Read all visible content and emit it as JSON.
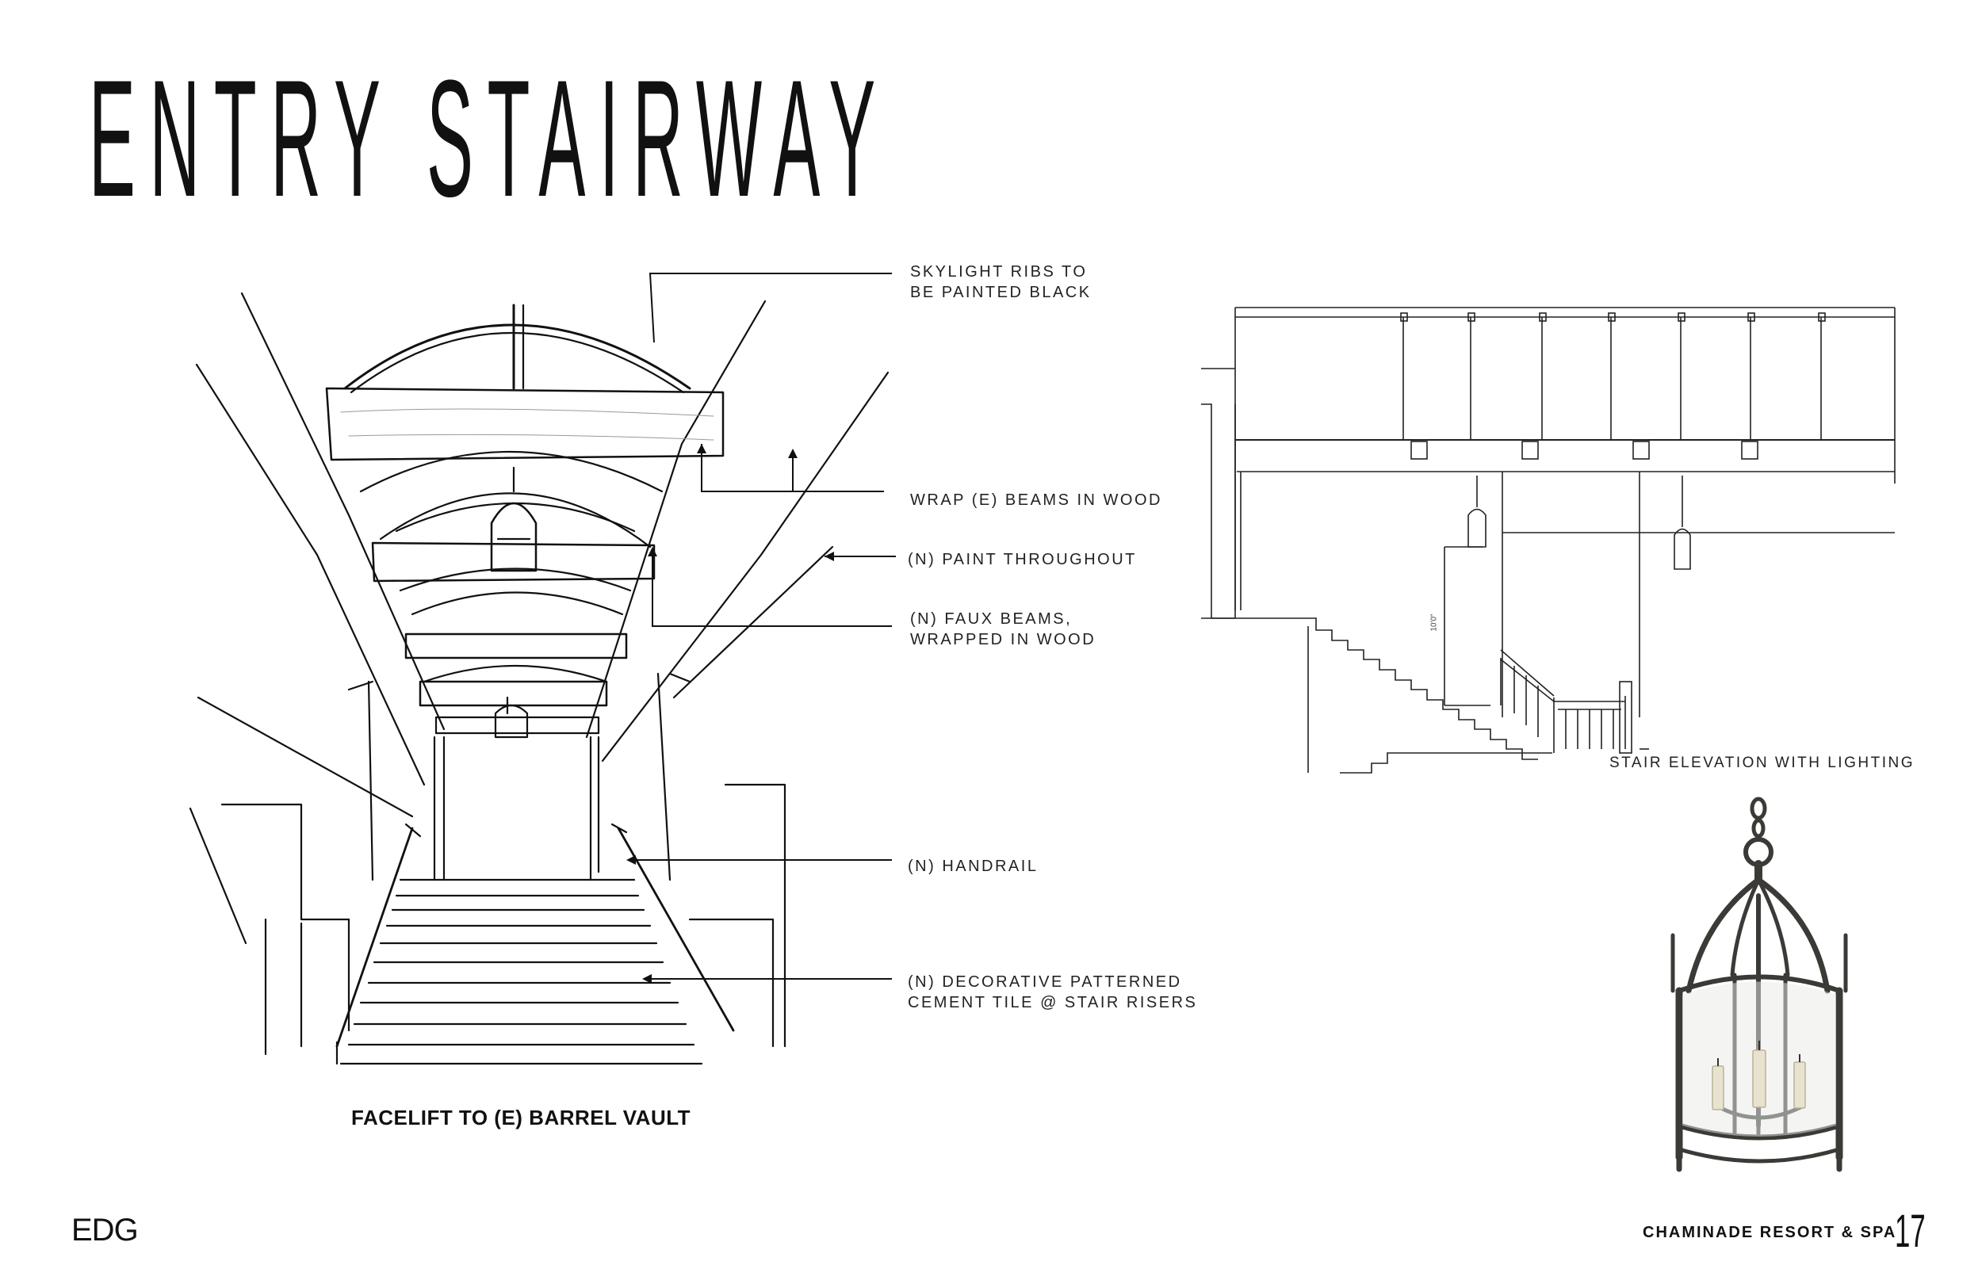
{
  "page": {
    "title": "ENTRY STAIRWAY",
    "brand": "EDG",
    "project": "CHAMINADE RESORT & SPA",
    "page_number": "17"
  },
  "sketch": {
    "caption": "FACELIFT TO (E) BARREL VAULT",
    "callouts": [
      "SKYLIGHT RIBS TO\nBE PAINTED BLACK",
      "WRAP (E) BEAMS IN WOOD",
      "(N) PAINT THROUGHOUT",
      "(N) FAUX BEAMS,\nWRAPPED IN WOOD",
      "(N) HANDRAIL",
      "(N) DECORATIVE PATTERNED\nCEMENT TILE @ STAIR RISERS"
    ]
  },
  "elevation": {
    "caption": "STAIR ELEVATION WITH LIGHTING",
    "dimension_label": "10'0\""
  },
  "colors": {
    "ink": "#1a1a1a",
    "lantern_metal": "#3b3a36",
    "candle": "#e8e2cf"
  }
}
